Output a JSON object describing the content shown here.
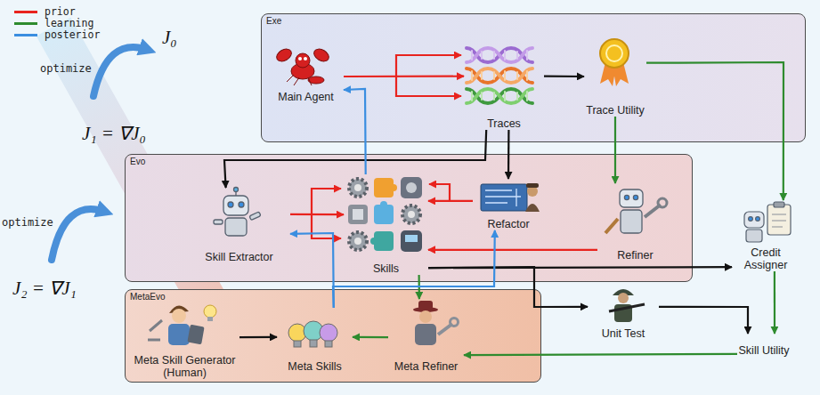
{
  "diagram": {
    "nodes": [
      {
        "text": [
          "Exe"
        ]
      },
      {
        "text": [
          "Main Agent"
        ],
        "in": 0
      },
      {
        "text": [
          "Traces"
        ],
        "in": 0
      },
      {
        "text": [
          "Trace Utility"
        ],
        "in": 0
      },
      {
        "text": [
          "Evo"
        ]
      },
      {
        "text": [
          "Skill Extractor"
        ],
        "in": 4
      },
      {
        "text": [
          "Skills"
        ],
        "in": 4
      },
      {
        "text": [
          "Refactor"
        ],
        "in": 4
      },
      {
        "text": [
          "Refiner"
        ],
        "in": 4
      },
      {
        "text": [
          "MetaEvo"
        ]
      },
      {
        "text": [
          "Meta Skill Generator (Human)"
        ],
        "in": 9
      },
      {
        "text": [
          "Meta Skills"
        ],
        "in": 9
      },
      {
        "text": [
          "Meta Refiner"
        ],
        "in": 9
      },
      {
        "text": [
          "Credit Assigner"
        ]
      },
      {
        "text": [
          "Unit Test"
        ]
      },
      {
        "text": [
          "Skill Utility"
        ]
      }
    ],
    "edges": [
      {
        "from": 1,
        "to": 2,
        "arrow": "to"
      },
      {
        "from": 2,
        "to": 3,
        "arrow": "to"
      },
      {
        "from": 3,
        "to": 13,
        "arrow": "to"
      },
      {
        "from": 3,
        "to": 8,
        "arrow": "to"
      },
      {
        "from": 2,
        "to": 5,
        "arrow": "to"
      },
      {
        "from": 2,
        "to": 7,
        "arrow": "to"
      },
      {
        "from": 5,
        "to": 6,
        "arrow": "to"
      },
      {
        "from": 7,
        "to": 6,
        "arrow": "to"
      },
      {
        "from": 8,
        "to": 6,
        "arrow": "to"
      },
      {
        "from": 6,
        "to": 1,
        "arrow": "to"
      },
      {
        "from": 6,
        "to": 13,
        "arrow": "to"
      },
      {
        "from": 6,
        "to": 14,
        "arrow": "to"
      },
      {
        "from": 14,
        "to": 15,
        "arrow": "to"
      },
      {
        "from": 13,
        "to": 15,
        "arrow": "to"
      },
      {
        "from": 15,
        "to": 12,
        "arrow": "to"
      },
      {
        "from": 6,
        "to": 12,
        "arrow": "to"
      },
      {
        "from": 12,
        "to": 11,
        "arrow": "to"
      },
      {
        "from": 10,
        "to": 11,
        "arrow": "to"
      },
      {
        "from": 11,
        "to": 5,
        "arrow": "to"
      },
      {
        "from": 11,
        "to": 7,
        "arrow": "to"
      }
    ],
    "labels": [
      "J₀",
      "optimize",
      "J₁ = ∇J₀",
      "optimize",
      "J₂ = ∇J₁"
    ],
    "legend": [
      {
        "text": "prior",
        "color": "#e8231e"
      },
      {
        "text": "learning",
        "color": "#2e8b2e"
      },
      {
        "text": "posterior",
        "color": "#3a8ee0"
      }
    ]
  }
}
